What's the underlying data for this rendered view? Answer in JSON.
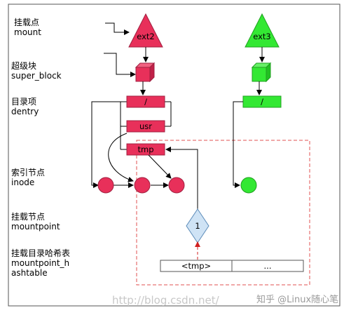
{
  "labels": {
    "mount": [
      "挂载点",
      "mount"
    ],
    "super_block": [
      "超级块",
      "super_block"
    ],
    "dentry": [
      "目录项",
      "dentry"
    ],
    "inode": [
      "索引节点",
      "inode"
    ],
    "mountpoint": [
      "挂载节点",
      "mountpoint"
    ],
    "hashtable": [
      "挂载目录哈希表",
      "mountpoint_h",
      "ashtable"
    ]
  },
  "nodes": {
    "ext2": "ext2",
    "ext3": "ext3",
    "root_dentry": "/",
    "usr_dentry": "usr",
    "tmp_dentry": "tmp",
    "ext3_root_dentry": "/",
    "mountpoint_value": "1",
    "hashtable_cells": [
      "<tmp>",
      "..."
    ]
  },
  "watermark": {
    "url": "http://blog.csdn.net/",
    "author": "知乎 @Linux随心笔"
  },
  "colors": {
    "ext2_fs": "#e8305a",
    "ext3_fs": "#33e833",
    "mountpoint": "#cfe3f5",
    "highlight_box": "#e05050"
  }
}
